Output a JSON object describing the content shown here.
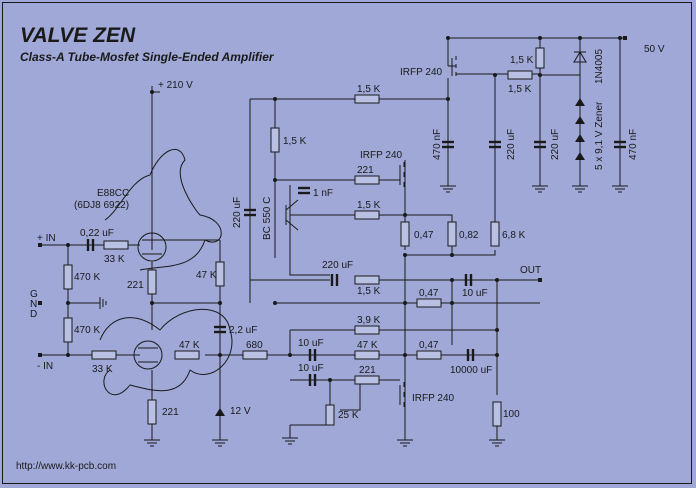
{
  "title": "VALVE  ZEN",
  "subtitle": "Class-A Tube-Mosfet Single-Ended Amplifier",
  "website": "http://www.kk-pcb.com",
  "rails": {
    "hv": "+ 210 V",
    "lv": "50 V"
  },
  "tube": {
    "name": "E88CC",
    "alt": "(6DJ8  6922)"
  },
  "inputs": {
    "plus": "+ IN",
    "minus": "- IN",
    "gnd": "G\nN\nD"
  },
  "output": "OUT",
  "mosfets": {
    "q1": "IRFP 240",
    "q2": "IRFP 240",
    "q3": "IRFP 240"
  },
  "bjt": "BC 550 C",
  "diodes": {
    "d1": "1N4005",
    "zener": "5 x 9,1 V Zener",
    "z12": "12 V"
  },
  "labels": {
    "c_in": "0,22 uF",
    "r_grid": "33 K",
    "r_in1": "470 K",
    "r_in2": "470 K",
    "r_grid2": "33 K",
    "r_plate": "47 K",
    "r_k": "221",
    "r_k2": "221",
    "c_couple": "2,2 uF",
    "r_47k_b": "47 K",
    "r_680": "680",
    "c_10a": "10 uF",
    "c_10b": "10 uF",
    "r_47k_c": "47 K",
    "r_221b": "221",
    "pot": "25 K",
    "r_3k9": "3,9 K",
    "r_047c": "0,47",
    "c_10000": "10000 uF",
    "r_100": "100",
    "r_top": "1,5 K",
    "r_15k_v": "1,5 K",
    "r_221_g": "221",
    "c_1nf": "1 nF",
    "r_15k_b": "1,5 K",
    "r_047a": "0,47",
    "r_082": "0,82",
    "r_68k": "6,8 K",
    "c_220_b": "220 uF",
    "r_15k_c": "1,5 K",
    "r_047b": "0,47",
    "c_10_out": "10 uF",
    "c_220_left": "220 uF",
    "r_15k_s1": "1,5 K",
    "r_15k_s2": "1,5 K",
    "c_470a": "470 nF",
    "c_220_s1": "220 uF",
    "c_220_s2": "220 uF",
    "c_470b": "470 nF"
  }
}
